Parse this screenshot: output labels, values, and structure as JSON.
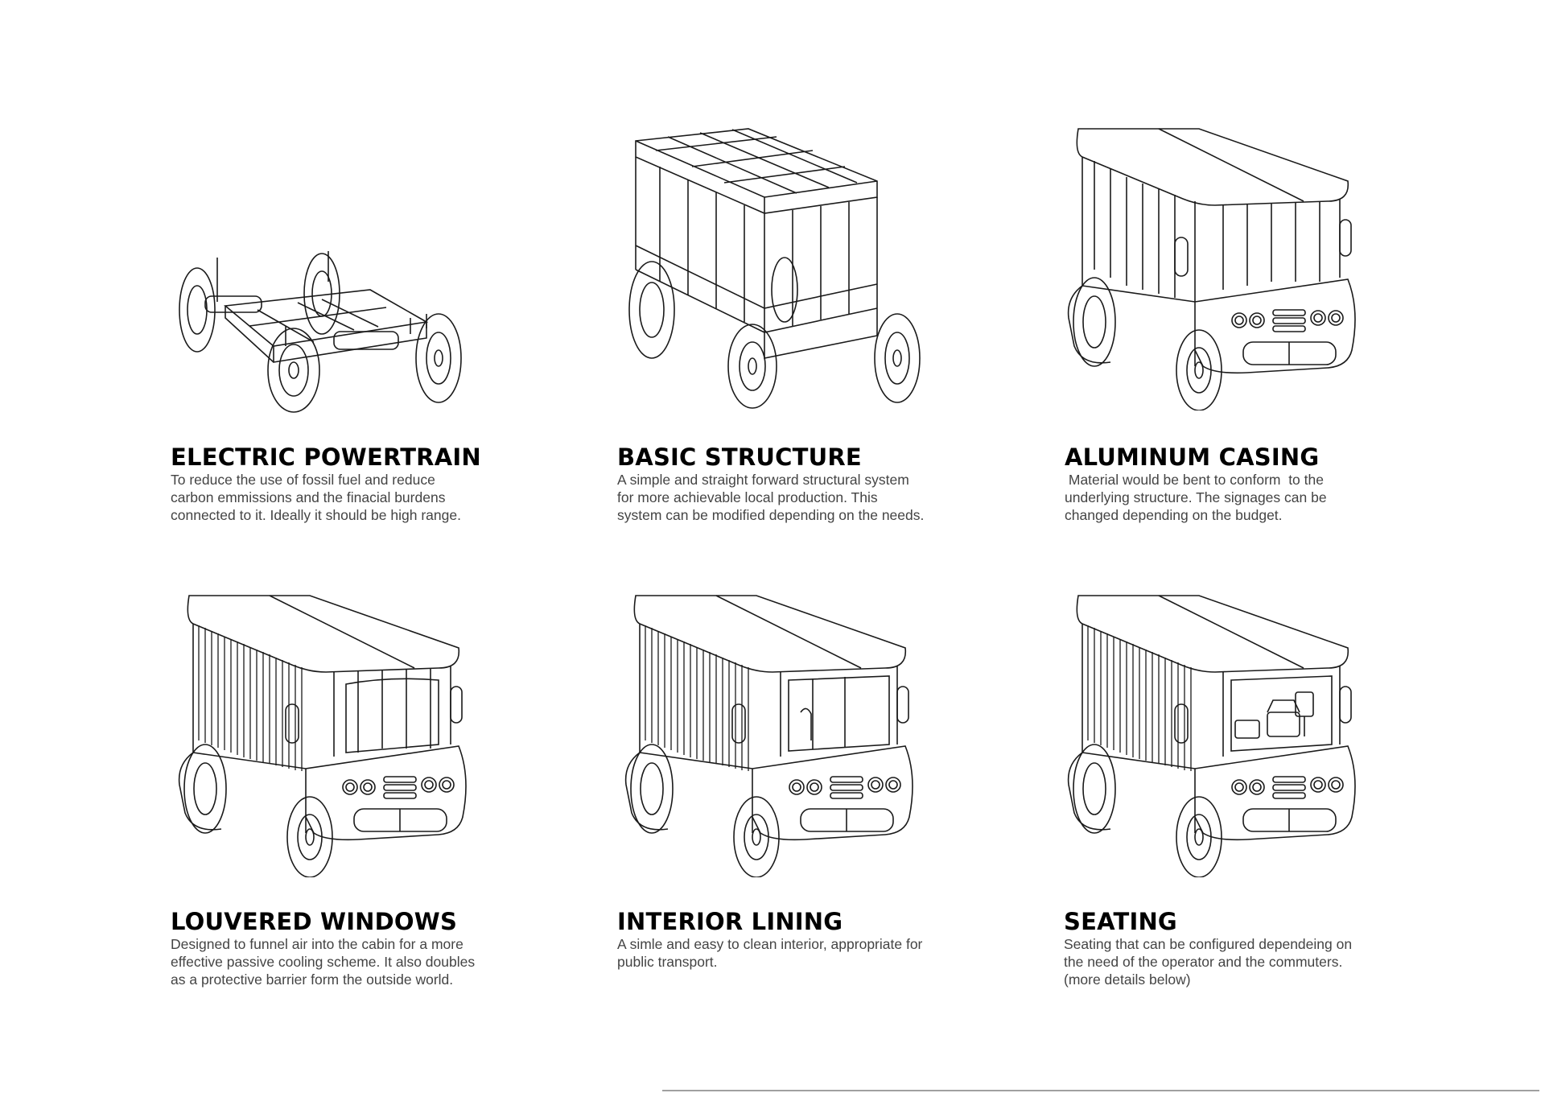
{
  "panels": [
    {
      "title": "ELECTRIC POWERTRAIN",
      "lines": [
        "To reduce the use of fossil fuel and reduce",
        "carbon emmissions and the finacial burdens",
        "connected to it. Ideally it should be high range."
      ]
    },
    {
      "title": "BASIC STRUCTURE",
      "lines": [
        "A simple and straight forward structural system",
        "for more achievable local production. This",
        "system can be modified depending on the needs."
      ]
    },
    {
      "title": "ALUMINUM CASING",
      "lines": [
        " Material would be bent to conform  to the",
        "underlying structure. The signages can be",
        "changed depending on the budget."
      ]
    },
    {
      "title": "LOUVERED WINDOWS",
      "lines": [
        "Designed to funnel air into the cabin for a more",
        "effective passive cooling scheme. It also doubles",
        "as a protective barrier form the outside world."
      ]
    },
    {
      "title": "INTERIOR LINING",
      "lines": [
        "A simle and easy to clean interior, appropriate for",
        "public transport."
      ]
    },
    {
      "title": "SEATING",
      "lines": [
        "Seating that can be configured dependeing on",
        "the need of the operator and the commuters.",
        "(more details below)"
      ]
    }
  ]
}
